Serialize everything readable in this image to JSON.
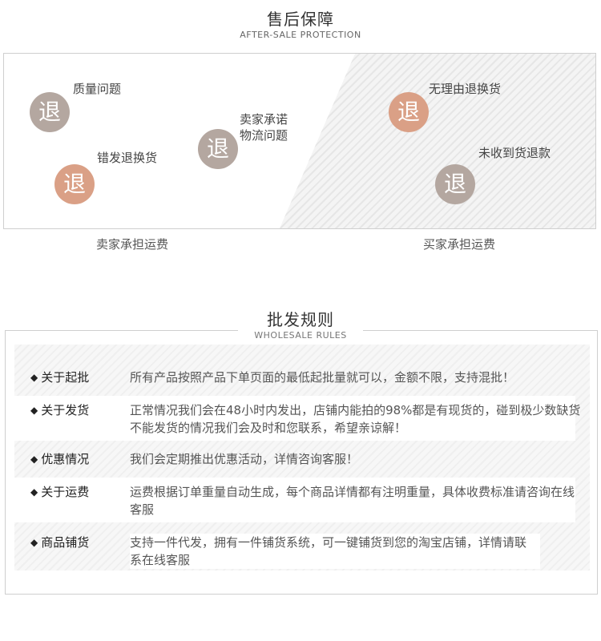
{
  "after_sale": {
    "title": "售后保障",
    "subtitle": "AFTER-SALE PROTECTION",
    "icon_char": "退",
    "left_items": {
      "quality": "质量问题",
      "wrong_item": "错发退换货",
      "seller_promise_line1": "卖家承诺",
      "seller_promise_line2": "物流问题"
    },
    "right_items": {
      "no_reason": "无理由退换货",
      "not_received": "未收到货退款"
    },
    "left_footer": "卖家承担运费",
    "right_footer": "买家承担运费",
    "colors": {
      "gray_circle": "#b4a7a0",
      "orange_circle": "#daa086"
    }
  },
  "wholesale": {
    "title": "批发规则",
    "subtitle": "WHOLESALE RULES",
    "bullet": "◆",
    "rules": [
      {
        "label": "关于起批",
        "text": "所有产品按照产品下单页面的最低起批量就可以，金额不限，支持混批！"
      },
      {
        "label": "关于发货",
        "text": "正常情况我们会在48小时内发出，店铺内能拍的98%都是有现货的，碰到极少数缺货不能发货的情况我们会及时和您联系，希望亲谅解！"
      },
      {
        "label": "优惠情况",
        "text": "我们会定期推出优惠活动，详情咨询客服！"
      },
      {
        "label": "关于运费",
        "text": "运费根据订单重量自动生成，每个商品详情都有注明重量，具体收费标准请咨询在线客服"
      },
      {
        "label": "商品铺货",
        "text": "支持一件代发，拥有一件铺货系统，可一键铺货到您的淘宝店铺，详情请联系在线客服"
      }
    ]
  }
}
